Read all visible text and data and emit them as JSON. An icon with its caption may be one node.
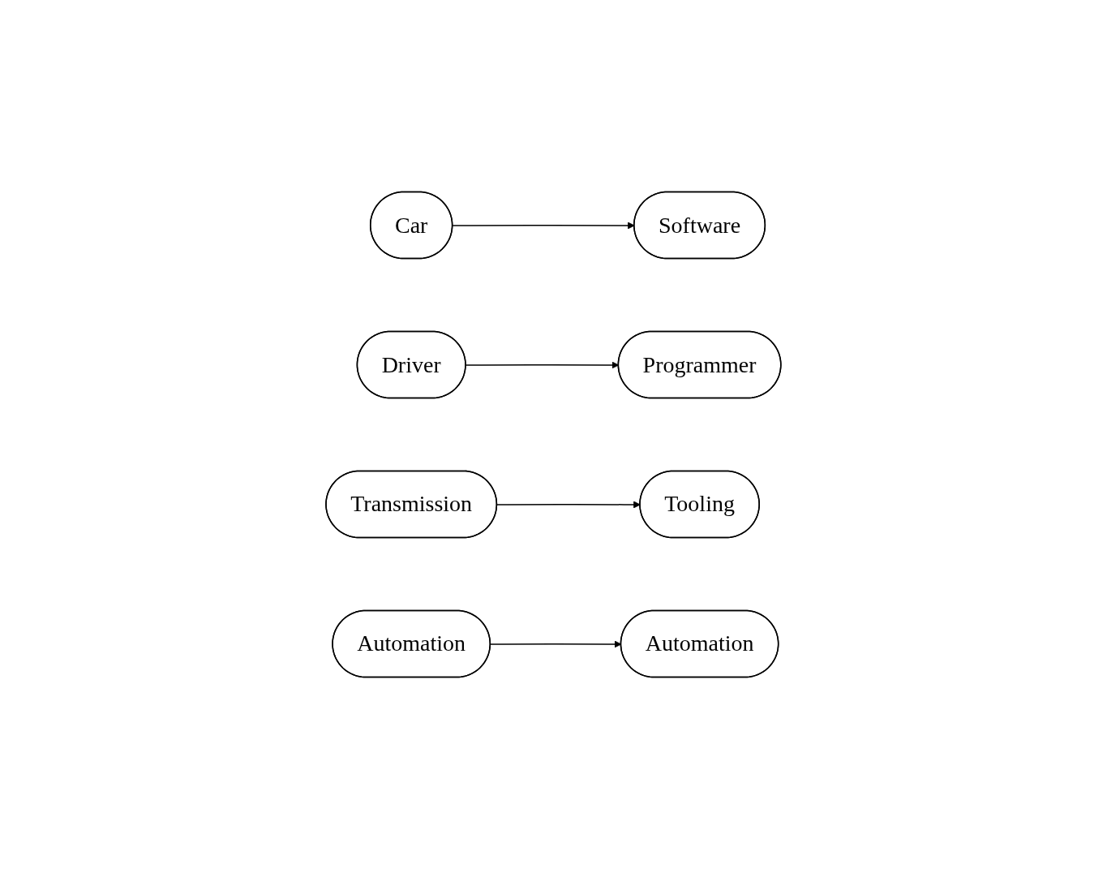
{
  "diagram": {
    "nodes": [
      {
        "text": [
          "Car"
        ]
      },
      {
        "text": [
          "Software"
        ]
      },
      {
        "text": [
          "Driver"
        ]
      },
      {
        "text": [
          "Programmer"
        ]
      },
      {
        "text": [
          "Transmission"
        ]
      },
      {
        "text": [
          "Tooling"
        ]
      },
      {
        "text": [
          "Automation"
        ]
      },
      {
        "text": [
          "Automation"
        ]
      }
    ],
    "edges": [
      {
        "from": 0,
        "to": 1,
        "arrow": "to"
      },
      {
        "from": 2,
        "to": 3,
        "arrow": "to"
      },
      {
        "from": 4,
        "to": 5,
        "arrow": "to"
      },
      {
        "from": 6,
        "to": 7,
        "arrow": "to"
      }
    ]
  }
}
